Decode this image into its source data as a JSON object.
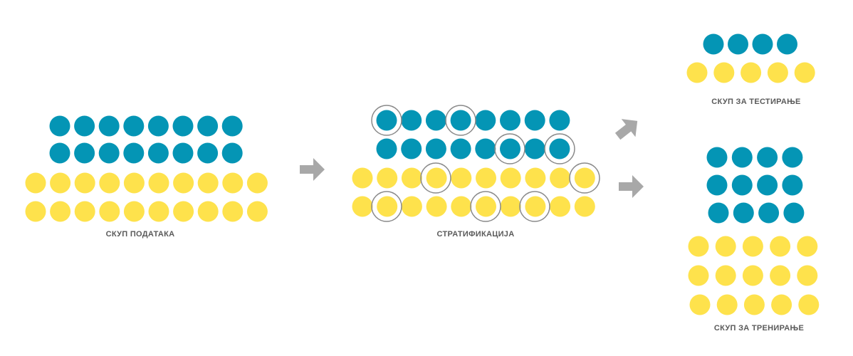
{
  "colors": {
    "teal": "#0495b5",
    "yellow": "#fee24c",
    "ring": "#8a8a8a",
    "arrow": "#a8a8a8",
    "caption": "#5a5a5a"
  },
  "labels": {
    "dataset": "СКУП ПОДАТАКА",
    "stratification": "СТРАТИФИКАЦИЈА",
    "test_set": "СКУП ЗА ТЕСТИРАЊЕ",
    "train_set": "СКУП ЗА ТРЕНИРАЊЕ"
  },
  "diagram": {
    "dataset": {
      "teal_count": 16,
      "yellow_count": 20
    },
    "stratification": {
      "teal_count": 16,
      "yellow_count": 20,
      "selected_teal": 4,
      "selected_yellow": 5
    },
    "test_set": {
      "teal_count": 4,
      "yellow_count": 5
    },
    "train_set": {
      "teal_count": 12,
      "yellow_count": 15
    }
  }
}
